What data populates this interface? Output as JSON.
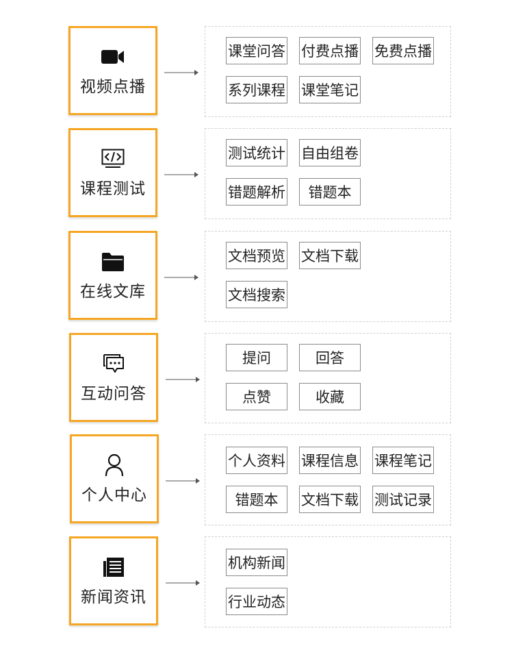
{
  "modules": [
    {
      "title": "视频点播",
      "icon": "video-camera-icon",
      "features": [
        "课堂问答",
        "付费点播",
        "免费点播",
        "系列课程",
        "课堂笔记"
      ]
    },
    {
      "title": "课程测试",
      "icon": "code-icon",
      "features": [
        "测试统计",
        "自由组卷",
        "错题解析",
        "错题本"
      ]
    },
    {
      "title": "在线文库",
      "icon": "folder-icon",
      "features": [
        "文档预览",
        "文档下载",
        "文档搜索"
      ]
    },
    {
      "title": "互动问答",
      "icon": "chat-bubbles-icon",
      "features": [
        "提问",
        "回答",
        "点赞",
        "收藏"
      ]
    },
    {
      "title": "个人中心",
      "icon": "user-icon",
      "features": [
        "个人资料",
        "课程信息",
        "课程笔记",
        "错题本",
        "文档下载",
        "测试记录"
      ]
    },
    {
      "title": "新闻资讯",
      "icon": "newspaper-icon",
      "features": [
        "机构新闻",
        "行业动态"
      ]
    }
  ],
  "colors": {
    "module_border": "#f5a623",
    "feature_border": "#8a8a8a",
    "panel_border": "#cfcfcf",
    "arrow": "#555555"
  }
}
